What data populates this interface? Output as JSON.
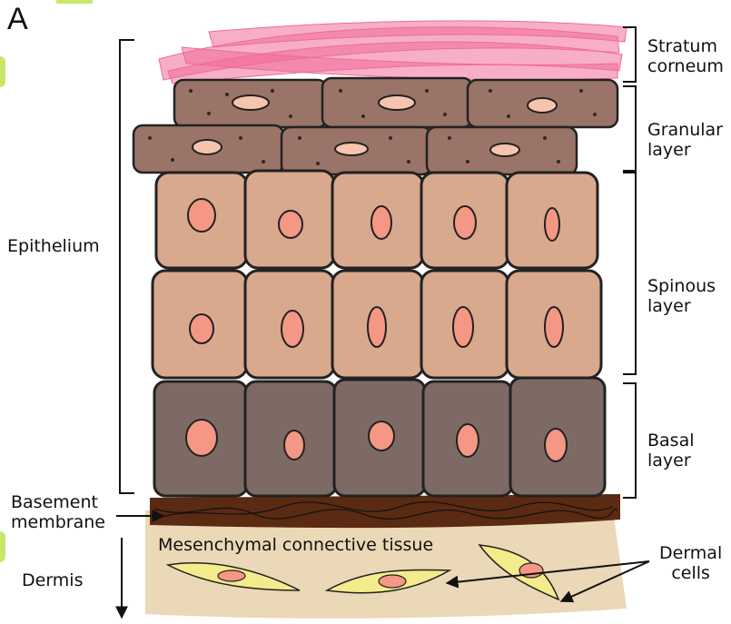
{
  "panel_letter": "A",
  "labels": {
    "stratum_corneum": [
      "Stratum",
      "corneum"
    ],
    "granular_layer": [
      "Granular",
      "layer"
    ],
    "spinous_layer": [
      "Spinous",
      "layer"
    ],
    "basal_layer": [
      "Basal",
      "layer"
    ],
    "epithelium": "Epithelium",
    "basement_membrane": [
      "Basement",
      "membrane"
    ],
    "mesenchymal": "Mesenchymal connective  tissue",
    "dermal_cells": [
      "Dermal",
      "cells"
    ],
    "dermis": "Dermis"
  },
  "colors": {
    "corneum_pink": "#f06b9a",
    "granular_cell": "#9a7468",
    "spinous_cell": "#d9a98e",
    "basal_cell": "#7d6a64",
    "nucleus": "#f49784",
    "membrane": "#5b2a12",
    "dermis": "#ead8b6",
    "dermal_cell": "#f4ec8c",
    "outline": "#222222"
  }
}
